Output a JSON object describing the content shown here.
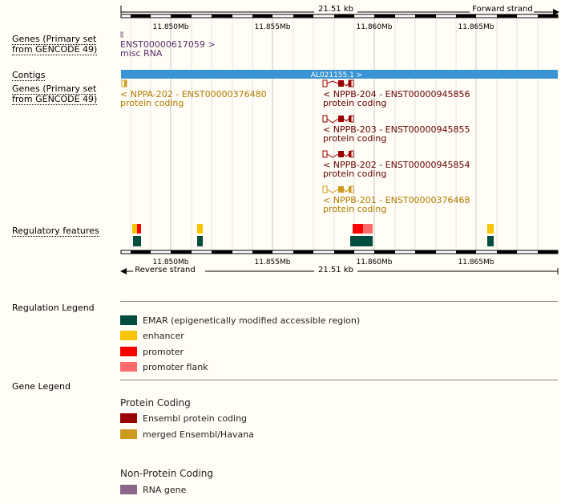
{
  "scale": {
    "top_length": "21.51 kb",
    "forward_strand": "Forward strand",
    "reverse_strand": "Reverse strand",
    "bottom_length": "21.51 kb",
    "ticks": [
      "11.850Mb",
      "11.855Mb",
      "11.860Mb",
      "11.865Mb"
    ]
  },
  "tracks": {
    "genes_top_label": [
      "Genes (Primary set",
      "from GENCODE 49)"
    ],
    "contigs_label": "Contigs",
    "genes_bottom_label": [
      "Genes (Primary set",
      "from GENCODE 49)"
    ],
    "regulatory_label": "Regulatory features"
  },
  "genes_forward": [
    {
      "id": "ENST00000617059 >",
      "biotype": "misc RNA"
    }
  ],
  "contig": {
    "label": "AL021155.1 >"
  },
  "genes_reverse": [
    {
      "id": "< NPPA-202 - ENST00000376480",
      "biotype": "protein coding"
    },
    {
      "id": "< NPPB-204 - ENST00000945856",
      "biotype": "protein coding"
    },
    {
      "id": "< NPPB-203 - ENST00000945855",
      "biotype": "protein coding"
    },
    {
      "id": "< NPPB-202 - ENST00000945854",
      "biotype": "protein coding"
    },
    {
      "id": "< NPPB-201 - ENST00000376468",
      "biotype": "protein coding"
    }
  ],
  "legends": {
    "regulation_title": "Regulation Legend",
    "regulation_items": [
      {
        "label": "EMAR (epigenetically modified accessible region)",
        "color": "#004d40"
      },
      {
        "label": "enhancer",
        "color": "#f6c500"
      },
      {
        "label": "promoter",
        "color": "#ff0000"
      },
      {
        "label": "promoter flank",
        "color": "#ff6b6b"
      }
    ],
    "gene_title": "Gene Legend",
    "protein_coding_title": "Protein Coding",
    "protein_coding_items": [
      {
        "label": "Ensembl protein coding",
        "color": "#990000"
      },
      {
        "label": "merged Ensembl/Havana",
        "color": "#cc9a1f"
      }
    ],
    "non_protein_title": "Non-Protein Coding",
    "non_protein_items": [
      {
        "label": "RNA gene",
        "color": "#8b668b"
      }
    ]
  },
  "colors": {
    "contig_bar": "#3a93d3",
    "havana_gene": "#cc9a1f",
    "ensembl_gene": "#990000",
    "rna_gene": "#8b668b"
  }
}
